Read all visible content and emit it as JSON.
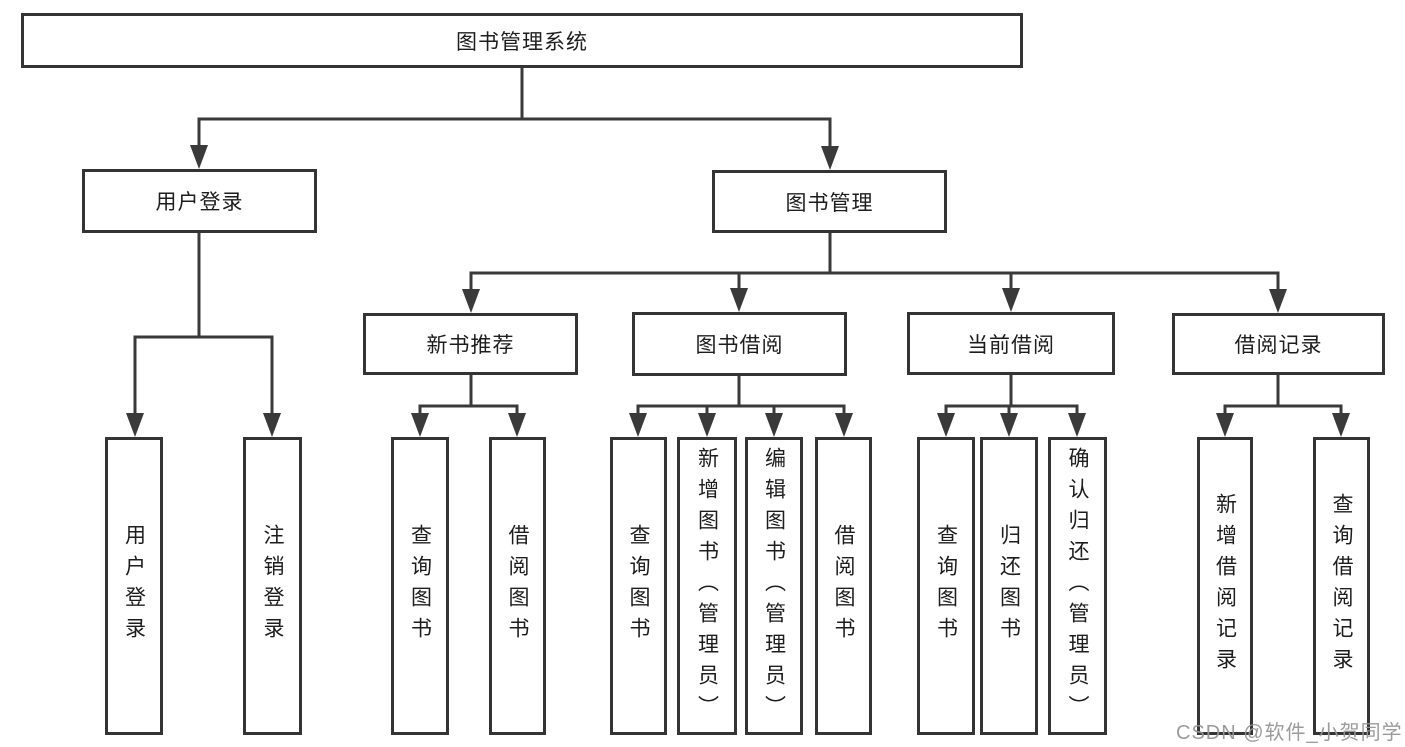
{
  "diagram": {
    "tree": {
      "label": "图书管理系统",
      "children": [
        {
          "label": "用户登录",
          "children": [
            {
              "label": "用户登录"
            },
            {
              "label": "注销登录"
            }
          ]
        },
        {
          "label": "图书管理",
          "children": [
            {
              "label": "新书推荐",
              "children": [
                {
                  "label": "查询图书"
                },
                {
                  "label": "借阅图书"
                }
              ]
            },
            {
              "label": "图书借阅",
              "children": [
                {
                  "label": "查询图书"
                },
                {
                  "label": "新增图书（管理员）"
                },
                {
                  "label": "编辑图书（管理员）"
                },
                {
                  "label": "借阅图书"
                }
              ]
            },
            {
              "label": "当前借阅",
              "children": [
                {
                  "label": "查询图书"
                },
                {
                  "label": "归还图书"
                },
                {
                  "label": "确认归还（管理员）"
                }
              ]
            },
            {
              "label": "借阅记录",
              "children": [
                {
                  "label": "新增借阅记录"
                },
                {
                  "label": "查询借阅记录"
                }
              ]
            }
          ]
        }
      ]
    },
    "colors": {
      "line": "#3a3a3a",
      "border": "#343434",
      "text": "#1d1d1d",
      "watermark": "#969696",
      "background": "#ffffff"
    }
  },
  "watermark": {
    "text": "CSDN @软件_小贺同学"
  }
}
